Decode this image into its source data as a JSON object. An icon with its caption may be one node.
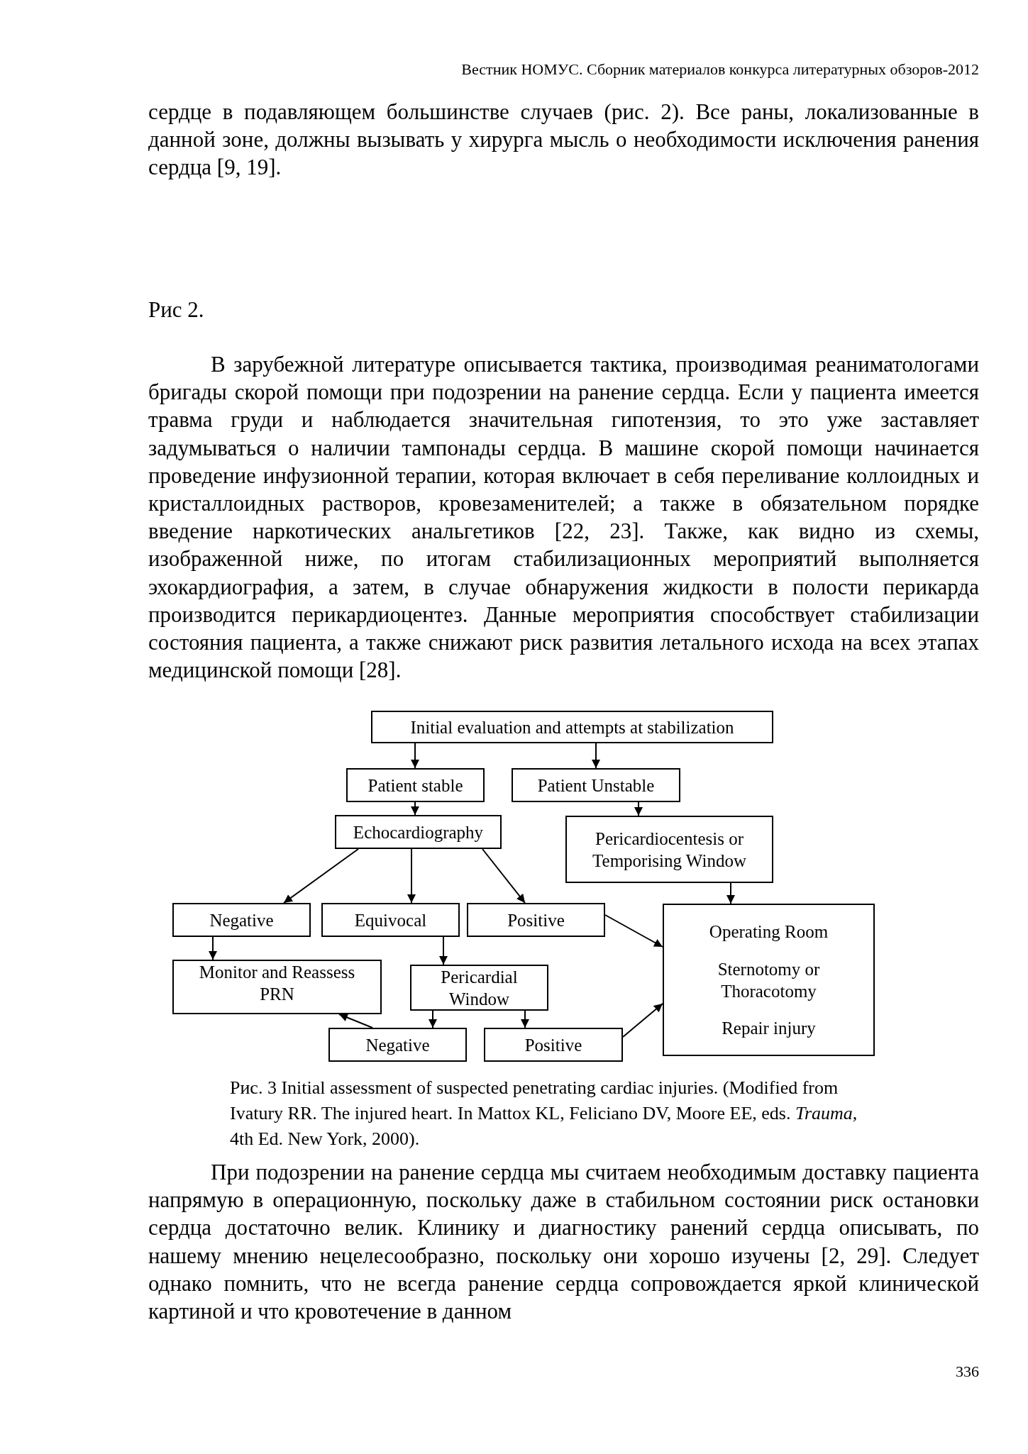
{
  "diagram": {
    "caption": "Рис. 3 Initial assessment of suspected penetrating cardiac injuries. (Modified from Ivatury RR. The injured heart. In Mattox KL, Feliciano DV, Moore EE, eds. *Trauma,* 4th Ed. New York, 2000).",
    "nodes": [
      {
        "text": [
          "Initial evaluation and attempts at stabilization"
        ]
      },
      {
        "text": [
          "Patient stable"
        ]
      },
      {
        "text": [
          "Patient Unstable"
        ]
      },
      {
        "text": [
          "Echocardiography"
        ]
      },
      {
        "text": [
          "Pericardiocentesis or Temporising Window"
        ]
      },
      {
        "text": [
          "Negative"
        ]
      },
      {
        "text": [
          "Equivocal"
        ]
      },
      {
        "text": [
          "Positive"
        ]
      },
      {
        "text": [
          "Operating Room",
          "Sternotomy or Thoracotomy",
          "Repair injury"
        ]
      },
      {
        "text": [
          "Monitor and Reassess PRN"
        ]
      },
      {
        "text": [
          "Pericardial Window"
        ]
      },
      {
        "text": [
          "Negative"
        ]
      },
      {
        "text": [
          "Positive"
        ]
      }
    ],
    "edges": [
      {
        "from": 0,
        "to": 1,
        "arrow": "to"
      },
      {
        "from": 0,
        "to": 2,
        "arrow": "to"
      },
      {
        "from": 1,
        "to": 3,
        "arrow": "to"
      },
      {
        "from": 2,
        "to": 4,
        "arrow": "to"
      },
      {
        "from": 3,
        "to": 5,
        "arrow": "to"
      },
      {
        "from": 3,
        "to": 6,
        "arrow": "to"
      },
      {
        "from": 3,
        "to": 7,
        "arrow": "to"
      },
      {
        "from": 4,
        "to": 8,
        "arrow": "to"
      },
      {
        "from": 7,
        "to": 8,
        "arrow": "to"
      },
      {
        "from": 5,
        "to": 9,
        "arrow": "to"
      },
      {
        "from": 6,
        "to": 10,
        "arrow": "to"
      },
      {
        "from": 10,
        "to": 11,
        "arrow": "to"
      },
      {
        "from": 10,
        "to": 12,
        "arrow": "to"
      },
      {
        "from": 11,
        "to": 9,
        "arrow": "to"
      },
      {
        "from": 12,
        "to": 8,
        "arrow": "to"
      }
    ],
    "labels": [
      "Вестник НОМУС. Сборник материалов конкурса литературных обзоров-2012",
      "сердце в подавляющем большинстве случаев (рис. 2). Все раны, локализованные в данной зоне, должны вызывать у хирурга мысль о необходимости исключения ранения сердца [9, 19].",
      "Рис 2.",
      "В зарубежной литературе описывается тактика, производимая реаниматологами бригады скорой помощи при подозрении на ранение сердца. Если у пациента имеется травма груди и наблюдается значительная гипотензия, то это уже заставляет задумываться о наличии тампонады сердца. В машине скорой помощи начинается проведение инфузионной терапии, которая включает в себя переливание коллоидных и кристаллоидных растворов, кровезаменителей; а также в обязательном порядке введение наркотических анальгетиков [22, 23]. Также, как видно из схемы, изображенной ниже, по итогам стабилизационных мероприятий выполняется эхокардиография, а затем, в случае обнаружения жидкости в полости перикарда производится перикардиоцентез. Данные мероприятия способствует стабилизации состояния пациента, а также снижают риск развития летального исхода на всех этапах медицинской помощи [28].",
      "При подозрении на ранение сердца мы считаем необходимым доставку пациента напрямую в операционную, поскольку даже в стабильном состоянии риск остановки сердца достаточно велик. Клинику и диагностику ранений сердца описывать, по нашему мнению нецелесообразно, поскольку они хорошо изучены [2, 29]. Следует однако помнить, что не всегда ранение сердца сопровождается яркой клинической картиной и что кровотечение в данном",
      "336"
    ]
  }
}
